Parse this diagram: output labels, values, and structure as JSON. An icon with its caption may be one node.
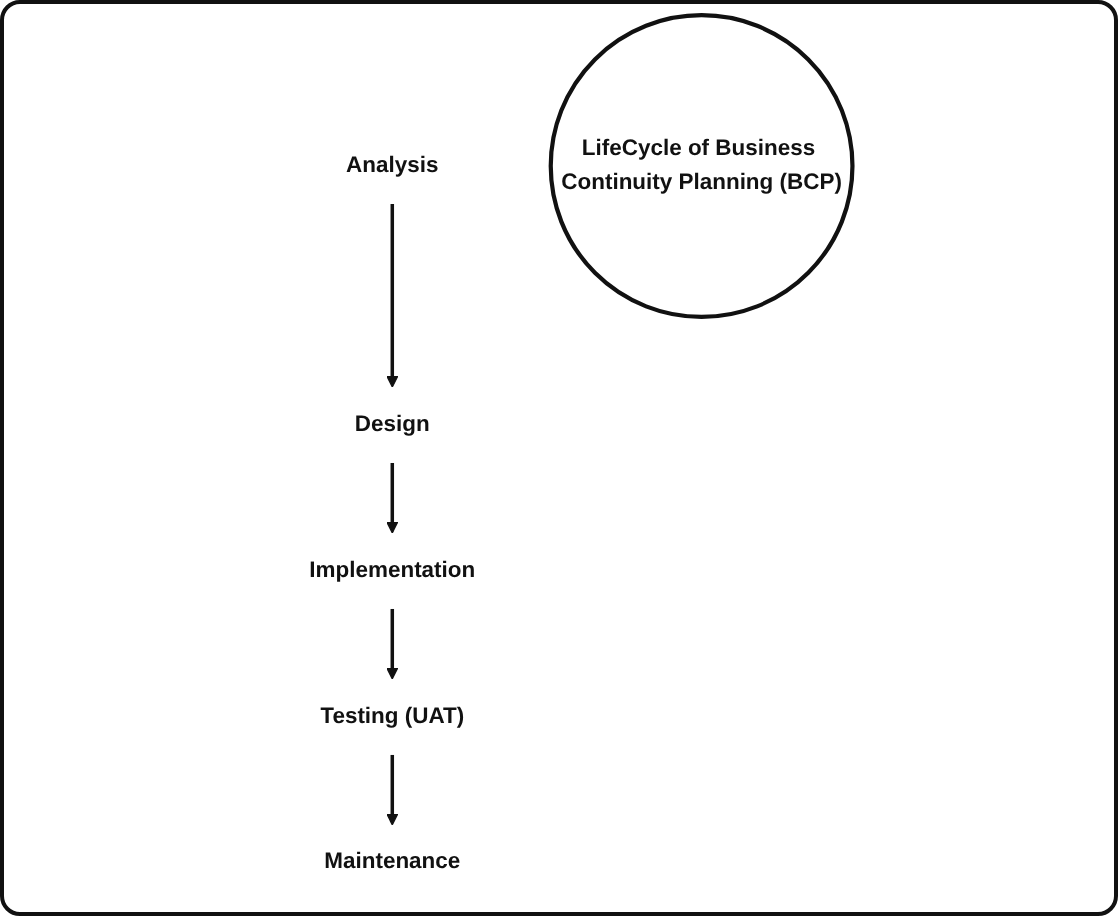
{
  "diagram": {
    "nodes": [
      {
        "text": [
          "Analysis"
        ]
      },
      {
        "text": [
          "Design"
        ]
      },
      {
        "text": [
          "Implementation"
        ]
      },
      {
        "text": [
          "Testing (UAT)"
        ]
      },
      {
        "text": [
          "Maintenance"
        ]
      },
      {
        "text": [
          "LifeCycle of Business Continuity Planning (BCP)"
        ]
      }
    ],
    "edges": [
      {
        "from": 0,
        "to": 1,
        "arrow": "to"
      },
      {
        "from": 1,
        "to": 2,
        "arrow": "to"
      },
      {
        "from": 2,
        "to": 3,
        "arrow": "to"
      },
      {
        "from": 3,
        "to": 4,
        "arrow": "to"
      }
    ]
  }
}
